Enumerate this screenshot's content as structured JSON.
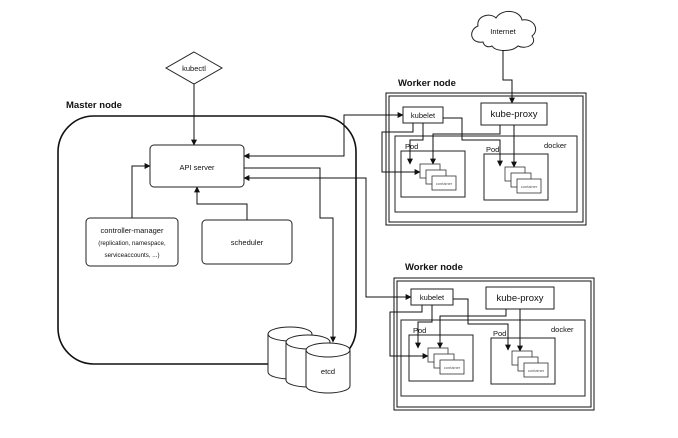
{
  "diagram": {
    "nodes": {
      "internet": "Internet",
      "kubectl": "kubectl",
      "master": {
        "title": "Master node"
      },
      "api_server": "API server",
      "controller_manager": [
        "controller-manager",
        "(replication, namespace,",
        "serviceaccounts, ...)"
      ],
      "scheduler": "scheduler",
      "etcd": "etcd",
      "workers": [
        {
          "title": "Worker node",
          "kubelet": "kubelet",
          "kube_proxy": "kube-proxy",
          "docker": "docker",
          "pods": [
            "Pod",
            "Pod"
          ],
          "container": "container"
        },
        {
          "title": "Worker node",
          "kubelet": "kubelet",
          "kube_proxy": "kube-proxy",
          "docker": "docker",
          "pods": [
            "Pod",
            "Pod"
          ],
          "container": "container"
        }
      ]
    }
  }
}
